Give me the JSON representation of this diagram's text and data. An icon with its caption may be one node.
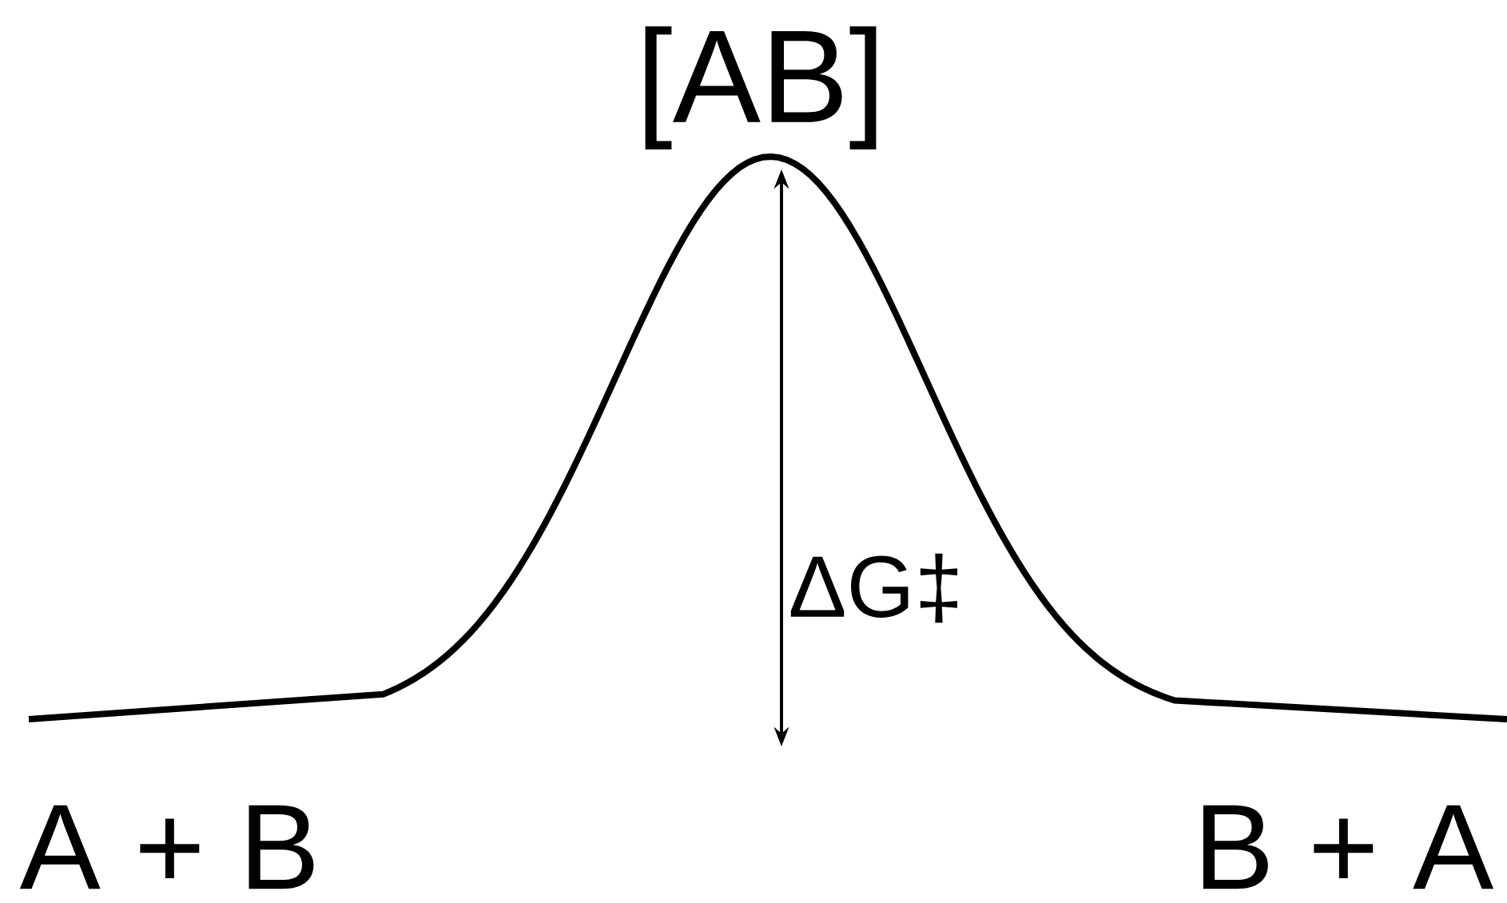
{
  "diagram": {
    "labels": [
      "[AB]",
      "ΔG‡",
      "A + B",
      "B + A"
    ]
  }
}
